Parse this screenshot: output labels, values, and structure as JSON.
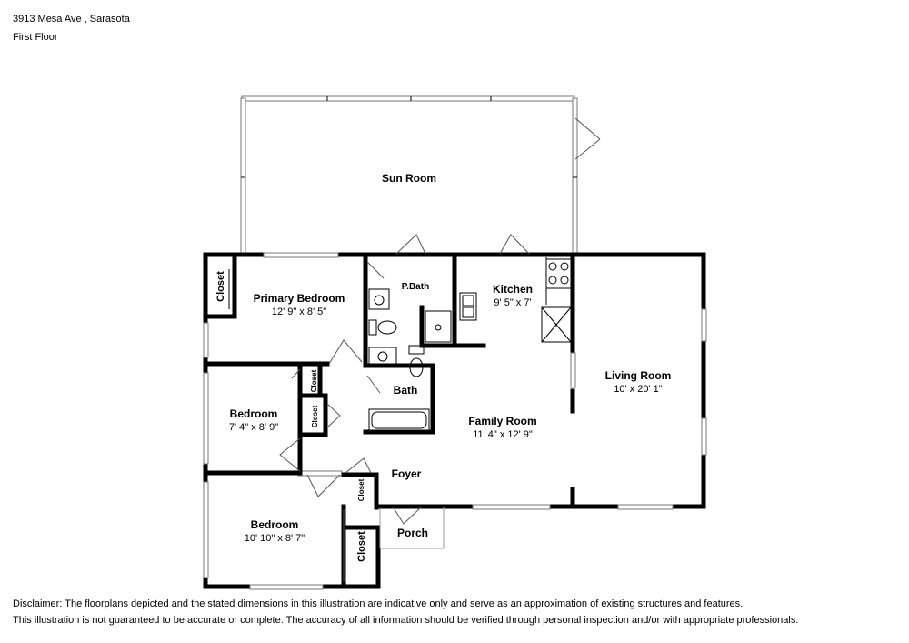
{
  "header": {
    "address": "3913 Mesa Ave , Sarasota",
    "floor": "First Floor"
  },
  "rooms": {
    "sun_room": {
      "name": "Sun Room"
    },
    "primary_bedroom": {
      "name": "Primary Bedroom",
      "dims": "12' 9\" x 8' 5\""
    },
    "pbath": {
      "name": "P.Bath"
    },
    "kitchen": {
      "name": "Kitchen",
      "dims": "9' 5\" x 7'"
    },
    "living_room": {
      "name": "Living Room",
      "dims": "10' x 20' 1\""
    },
    "bedroom_2": {
      "name": "Bedroom",
      "dims": "7' 4\" x 8' 9\""
    },
    "bath": {
      "name": "Bath"
    },
    "family_room": {
      "name": "Family Room",
      "dims": "11' 4\" x 12' 9\""
    },
    "foyer": {
      "name": "Foyer"
    },
    "bedroom_3": {
      "name": "Bedroom",
      "dims": "10' 10\" x 8' 7\""
    },
    "porch": {
      "name": "Porch"
    },
    "closet_primary": {
      "name": "Closet"
    },
    "closet_bed2_a": {
      "name": "Closet"
    },
    "closet_bed2_b": {
      "name": "Closet"
    },
    "closet_foyer": {
      "name": "Closet"
    },
    "closet_bed3": {
      "name": "Closet"
    }
  },
  "disclaimer": {
    "line1": "Disclaimer: The floorplans depicted and the stated dimensions in this illustration are indicative only and serve as an approximation of existing structures and features.",
    "line2": "This illustration is not guaranteed to be accurate or complete. The accuracy of all information should be verified through personal inspection and/or with appropriate professionals."
  }
}
